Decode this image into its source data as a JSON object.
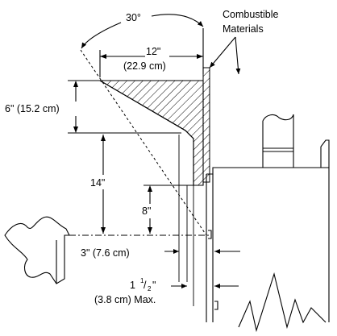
{
  "labels": {
    "angle": "30°",
    "combustible_line1": "Combustible",
    "combustible_line2": "Materials",
    "width_in": "12\"",
    "width_cm": "(22.9 cm)",
    "height_hood": "6\" (15.2 cm)",
    "height_14": "14\"",
    "height_8": "8\"",
    "offset_3": "3\" (7.6 cm)",
    "offset_1half_whole": "1",
    "offset_1half_num": "1",
    "offset_1half_den": "2",
    "offset_1half_unit": "\"",
    "offset_1half_cm": "(3.8 cm) Max."
  }
}
